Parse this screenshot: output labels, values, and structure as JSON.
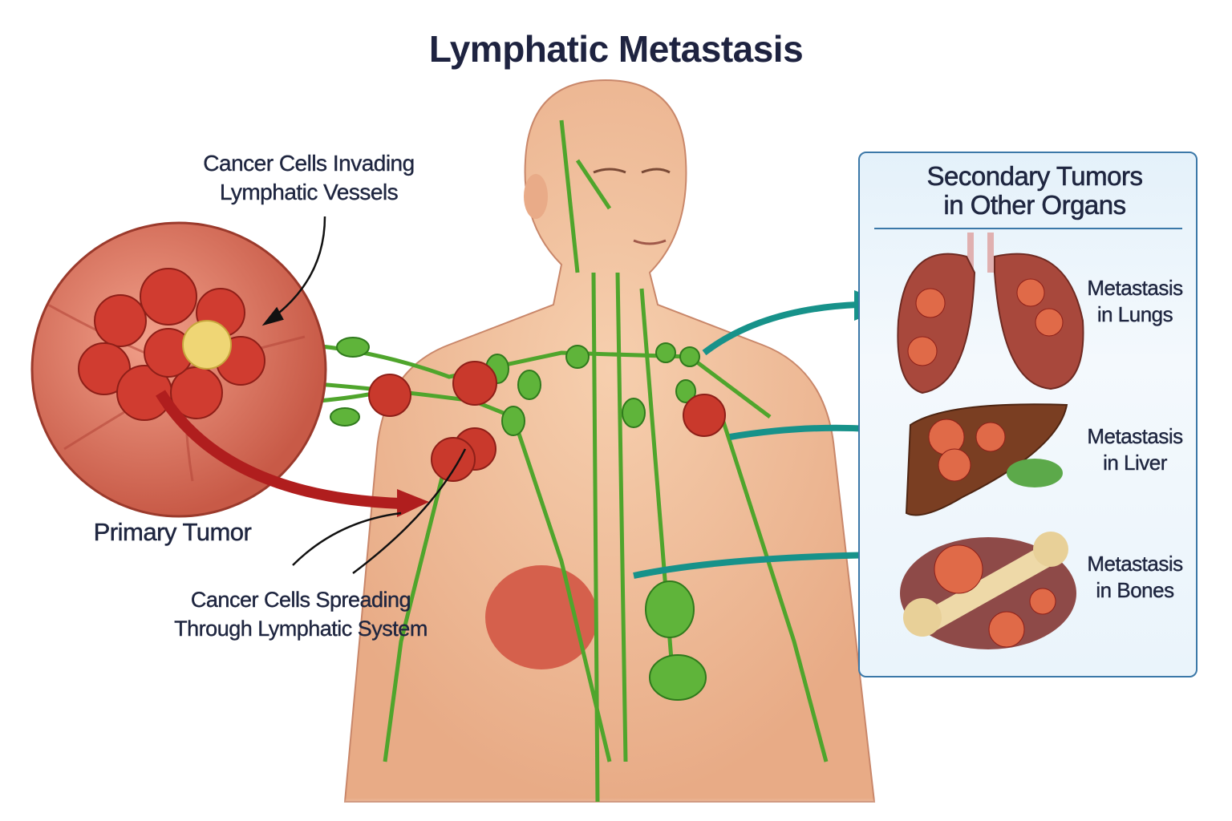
{
  "title": "Lymphatic Metastasis",
  "labels": {
    "invading": [
      "Cancer Cells Invading",
      "Lymphatic Vessels"
    ],
    "primary_tumor": "Primary Tumor",
    "spreading": [
      "Cancer Cells Spreading",
      "Through Lymphatic System"
    ]
  },
  "panel": {
    "title": [
      "Secondary Tumors",
      "in Other Organs"
    ],
    "organs": [
      {
        "label": [
          "Metastasis",
          "in Lungs"
        ]
      },
      {
        "label": [
          "Metastasis",
          "in Liver"
        ]
      },
      {
        "label": [
          "Metastasis",
          "in Bones"
        ]
      }
    ]
  },
  "colors": {
    "lymph": "#4fa52c",
    "tumor": "#c23a2e",
    "arrow_teal": "#17928a",
    "arrow_red": "#b01e1e",
    "panel_border": "#3b78a8"
  }
}
